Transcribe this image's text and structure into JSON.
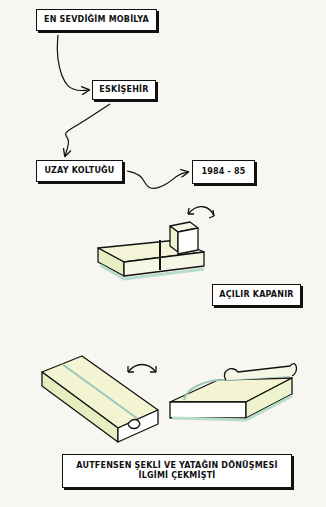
{
  "diagram": {
    "nodes": [
      {
        "text": [
          "EN SEVDİĞİM MOBİLYA"
        ]
      },
      {
        "text": [
          "ESKİŞEHİR"
        ]
      },
      {
        "text": [
          "UZAY KOLTUĞU"
        ]
      },
      {
        "text": [
          "1984 - 85"
        ]
      },
      {
        "text": [
          "AÇILIR KAPANIR"
        ]
      },
      {
        "text": [
          "AUTFENSEN ŞEKLİ VE YATAĞIN DÖNÜŞMESİ İLGİMİ ÇEKMİŞTİ"
        ]
      }
    ],
    "edges": [
      {
        "from": 0,
        "to": 1,
        "arrow": "to"
      },
      {
        "from": 1,
        "to": 2,
        "arrow": "to"
      },
      {
        "from": 2,
        "to": 3,
        "arrow": "to"
      }
    ]
  }
}
